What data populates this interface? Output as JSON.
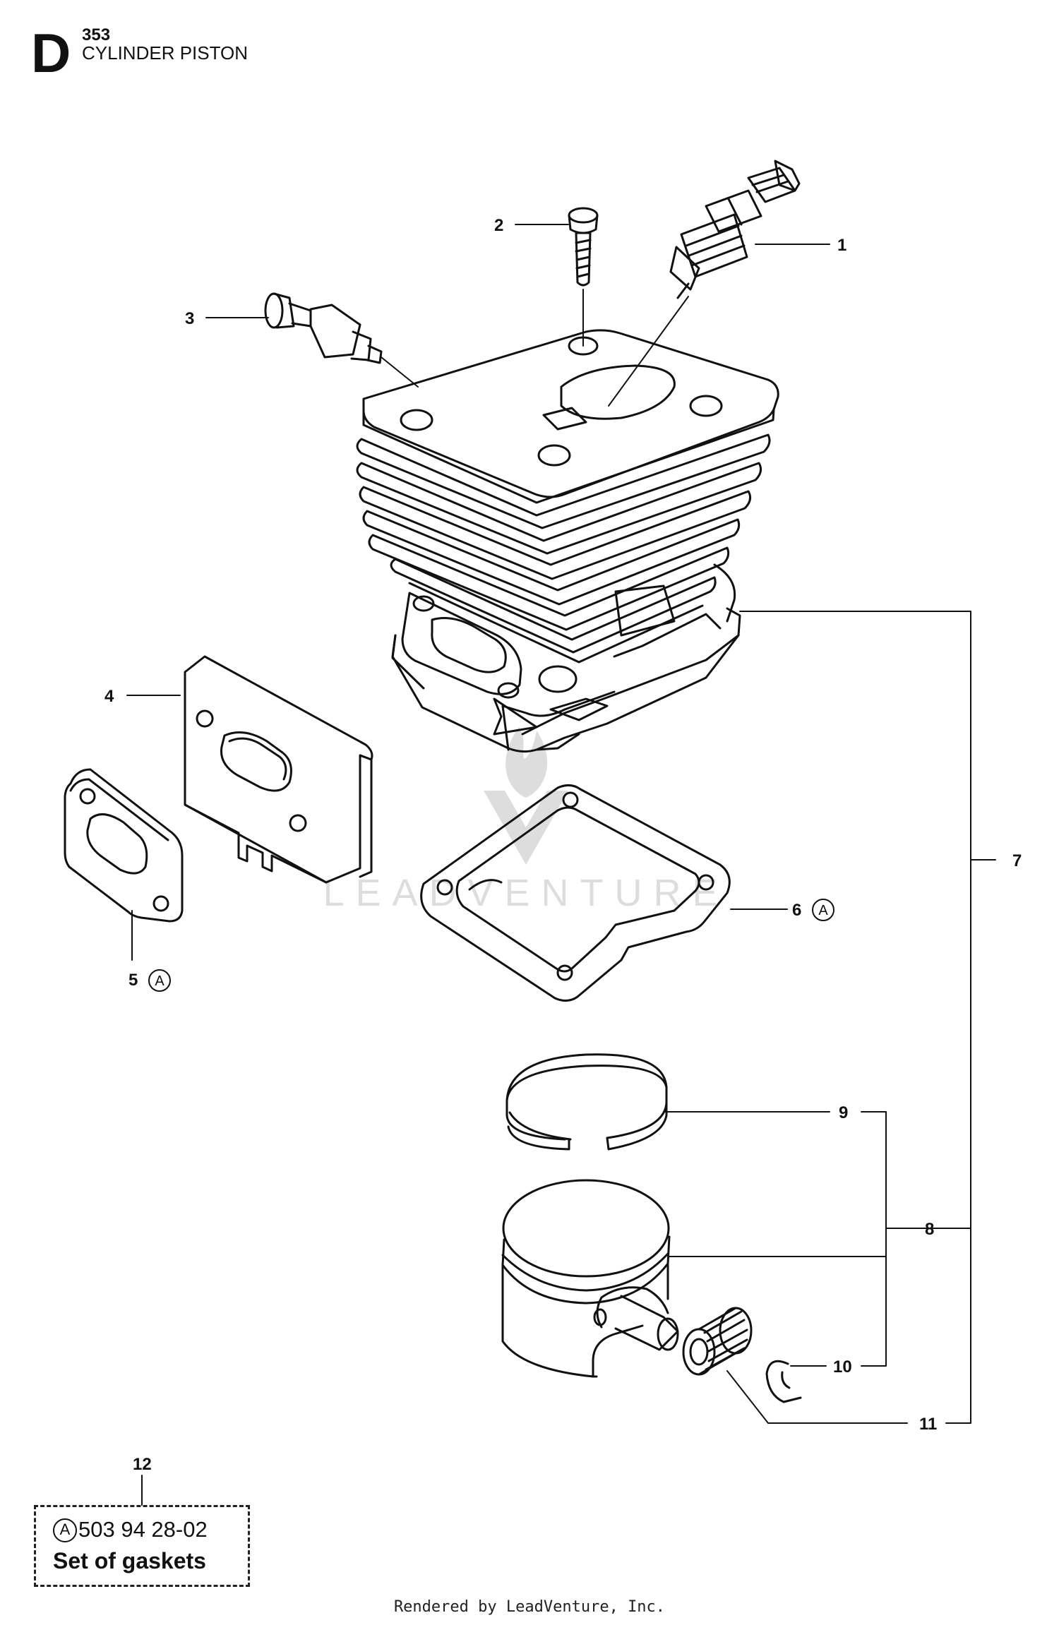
{
  "header": {
    "section_letter": "D",
    "model": "353",
    "title": "CYLINDER PISTON"
  },
  "callouts": [
    {
      "id": "c1",
      "label": "1"
    },
    {
      "id": "c2",
      "label": "2"
    },
    {
      "id": "c3",
      "label": "3"
    },
    {
      "id": "c4",
      "label": "4"
    },
    {
      "id": "c5",
      "label": "5",
      "marker": "A"
    },
    {
      "id": "c6",
      "label": "6",
      "marker": "A"
    },
    {
      "id": "c7",
      "label": "7"
    },
    {
      "id": "c8",
      "label": "8"
    },
    {
      "id": "c9",
      "label": "9"
    },
    {
      "id": "c10",
      "label": "10"
    },
    {
      "id": "c11",
      "label": "11"
    },
    {
      "id": "c12",
      "label": "12"
    }
  ],
  "note": {
    "marker": "A",
    "part_number": "503 94 28-02",
    "description": "Set of gaskets"
  },
  "watermark": "LEADVENTURE",
  "footer": "Rendered by LeadVenture, Inc."
}
